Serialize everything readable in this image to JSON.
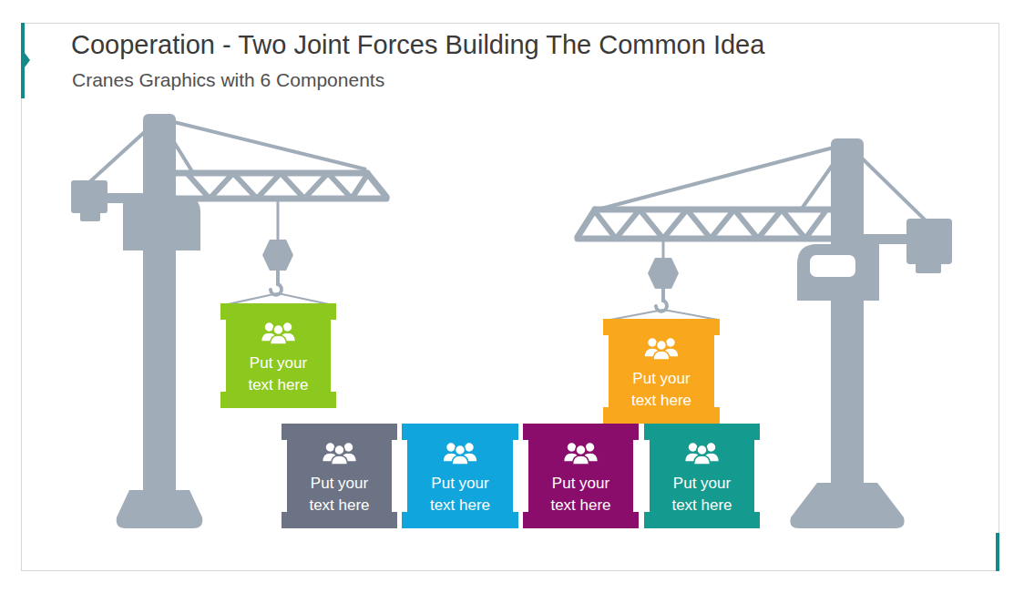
{
  "diagram": {
    "title": "Cooperation - Two Joint Forces Building The Common Idea",
    "caption": "Cranes Graphics with 6 Components",
    "nodes": [
      {
        "text": [
          "Put your text here"
        ]
      },
      {
        "text": [
          "Put your text here"
        ]
      },
      {
        "text": [
          "Put your text here"
        ]
      },
      {
        "text": [
          "Put your text here"
        ]
      },
      {
        "text": [
          "Put your text here"
        ]
      },
      {
        "text": [
          "Put your text here"
        ]
      }
    ]
  }
}
